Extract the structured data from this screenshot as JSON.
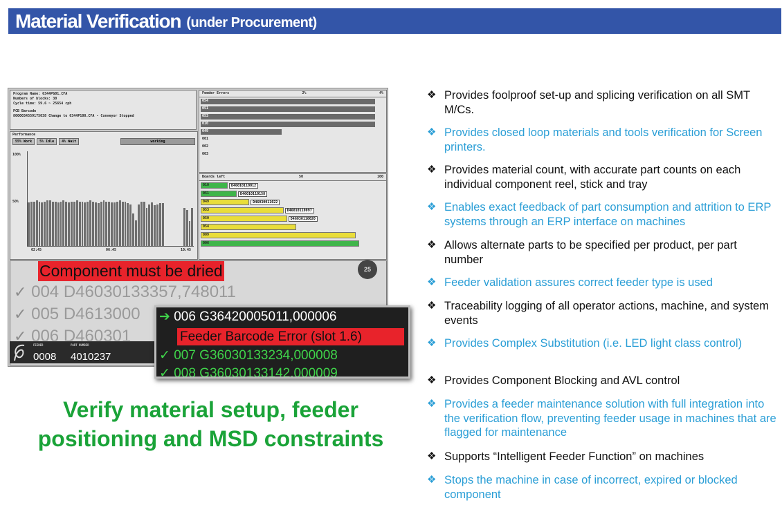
{
  "header": {
    "title_main": "Material Verification",
    "title_sub": "(under Procurement)"
  },
  "screen": {
    "info_lines": [
      "Program Name:      6344PG01.CFA",
      "Numbers of blocks:  30",
      "Cycle time:        59.6 ~ 25654 cph",
      "PCB Barcode",
      "8000034559175038       Change to 6344P100.CFA - Conveyor Stopped"
    ],
    "perf_title": "Performance",
    "perf_chips": [
      "55% Work",
      "5% Idle",
      "4% Wait",
      "working"
    ],
    "perf_axis": {
      "y_top": "100%",
      "y_mid": "50%",
      "x_ticks": [
        "02:45",
        "06:45",
        "10:45"
      ]
    },
    "perf_levels": [
      0.46,
      0.47,
      0.47,
      0.48,
      0.47,
      0.46,
      0.47,
      0.48,
      0.48,
      0.47,
      0.47,
      0.46,
      0.47,
      0.48,
      0.47,
      0.46,
      0.47,
      0.47,
      0.48,
      0.47,
      0.47,
      0.46,
      0.47,
      0.48,
      0.47,
      0.46,
      0.45,
      0.47,
      0.48,
      0.47,
      0.47,
      0.46,
      0.46,
      0.47,
      0.48,
      0.47,
      0.47,
      0.45,
      0.44,
      0.34,
      0.27,
      0.44,
      0.47,
      0.47,
      0.4,
      0.44,
      0.46,
      0.43,
      0.44,
      0.45,
      0.45,
      0.0,
      0.0,
      0.0,
      0.0,
      0.0,
      0.0,
      0.0,
      0.4,
      0.38,
      0.26,
      0.4
    ],
    "feeder_errors": {
      "title": "Feeder Errors",
      "mid": "2%",
      "max": "4%",
      "rows": [
        {
          "id": "054",
          "level": 0.97
        },
        {
          "id": "051",
          "level": 0.97
        },
        {
          "id": "053",
          "level": 0.97
        },
        {
          "id": "010",
          "level": 0.97
        },
        {
          "id": "049",
          "level": 0.45
        },
        {
          "id": "001",
          "level": 0
        },
        {
          "id": "002",
          "level": 0
        },
        {
          "id": "003",
          "level": 0
        }
      ]
    },
    "boards_left": {
      "title": "Boards left",
      "mid": "50",
      "max": "100",
      "rows": [
        {
          "id": "010",
          "level": 0.15,
          "color": "#3fb54a",
          "code": "D46010110012"
        },
        {
          "id": "051",
          "level": 0.2,
          "color": "#3fb54a",
          "code": "D46010110158"
        },
        {
          "id": "049",
          "level": 0.27,
          "color": "#e9dd3a",
          "code": "D46030011022"
        },
        {
          "id": "053",
          "level": 0.46,
          "color": "#e9dd3a",
          "code": "D46010110097"
        },
        {
          "id": "050",
          "level": 0.48,
          "color": "#e9dd3a",
          "code": "D46030110020"
        },
        {
          "id": "054",
          "level": 0.53,
          "color": "#e9dd3a",
          "code": ""
        },
        {
          "id": "009",
          "level": 0.86,
          "color": "#e9dd3a",
          "code": ""
        },
        {
          "id": "006",
          "level": 0.88,
          "color": "#3fb54a",
          "code": ""
        }
      ]
    },
    "alert": "Component must be dried",
    "round_btn": "25",
    "list_rows": [
      "004  D46030133357,748011",
      "005  D4613000",
      "006  D460301"
    ],
    "check_mark": "✓",
    "status": {
      "feeder_label": "FEEDER",
      "part_label": "PART NUMBER",
      "feeder_no": "0008",
      "part_no": "4010237"
    },
    "popup": {
      "row1": "006  G36420005011,000006",
      "arrow": "➔",
      "error": "Feeder Barcode Error (slot 1.6)",
      "row2": "007  G36030133234,000008",
      "row3": "008  G36030133142,000009"
    }
  },
  "caption": {
    "line1": "Verify material setup, feeder",
    "line2": "positioning and MSD constraints"
  },
  "bullets": [
    {
      "text": "Provides foolproof set-up and splicing verification on all SMT M/Cs.",
      "color": "dark"
    },
    {
      "text": "Provides closed loop materials and tools verification for Screen printers.",
      "color": "blue"
    },
    {
      "text": "Provides material count, with accurate part counts on each individual component reel, stick and tray",
      "color": "dark"
    },
    {
      "text": "Enables exact feedback of part consumption and attrition to ERP systems through an ERP interface on machines",
      "color": "blue"
    },
    {
      "text": "Allows alternate parts to be specified per product, per part number",
      "color": "dark"
    },
    {
      "text": "Feeder validation assures correct feeder type is used",
      "color": "blue"
    },
    {
      "text": "Traceability logging of all operator actions, machine, and system events",
      "color": "dark"
    },
    {
      "text": "Provides Complex Substitution (i.e. LED light class control)",
      "color": "blue"
    },
    {
      "text": "Provides Component Blocking and AVL control",
      "color": "dark"
    },
    {
      "text": "Provides a feeder maintenance solution with full integration into the verification flow, preventing feeder usage in machines that are flagged for maintenance",
      "color": "blue"
    },
    {
      "text": "Supports “Intelligent Feeder Function” on machines",
      "color": "dark"
    },
    {
      "text": "Stops the machine in case of incorrect, expired or blocked component",
      "color": "blue"
    }
  ],
  "bullet_marker": "❖"
}
